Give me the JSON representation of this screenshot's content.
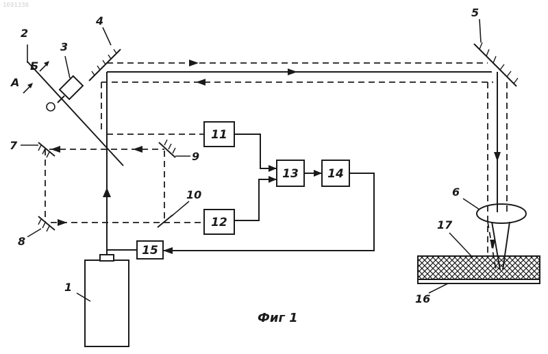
{
  "header_stamp": "1691338",
  "caption": "Фиг 1",
  "labels": {
    "laser": "1",
    "beam_splitter": "2",
    "detector": "3",
    "mirror_4": "4",
    "mirror_5": "5",
    "lens": "6",
    "mirror_7": "7",
    "mirror_8": "8",
    "mirror_9": "9",
    "mirror_10": "10",
    "block_11": "11",
    "block_12": "12",
    "block_13": "13",
    "block_14": "14",
    "block_15": "15",
    "substrate": "16",
    "workpiece": "17",
    "letter_A": "А",
    "letter_B": "Б"
  },
  "colors": {
    "ink": "#1a1a1a",
    "paper": "#ffffff"
  }
}
